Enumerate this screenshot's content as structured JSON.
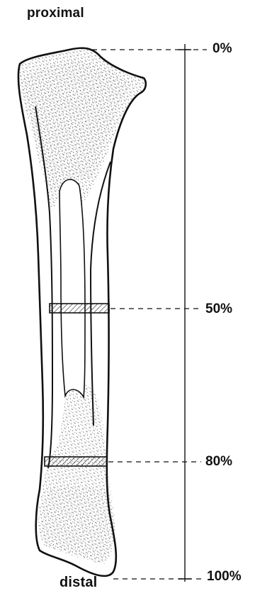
{
  "labels": {
    "top": "proximal",
    "bottom": "distal"
  },
  "scale": {
    "marks": [
      {
        "label": "0%",
        "position_percent": 0
      },
      {
        "label": "50%",
        "position_percent": 50
      },
      {
        "label": "80%",
        "position_percent": 80
      },
      {
        "label": "100%",
        "position_percent": 100
      }
    ]
  },
  "colors": {
    "ink": "#111111",
    "background": "#ffffff",
    "hatch": "#333333"
  }
}
